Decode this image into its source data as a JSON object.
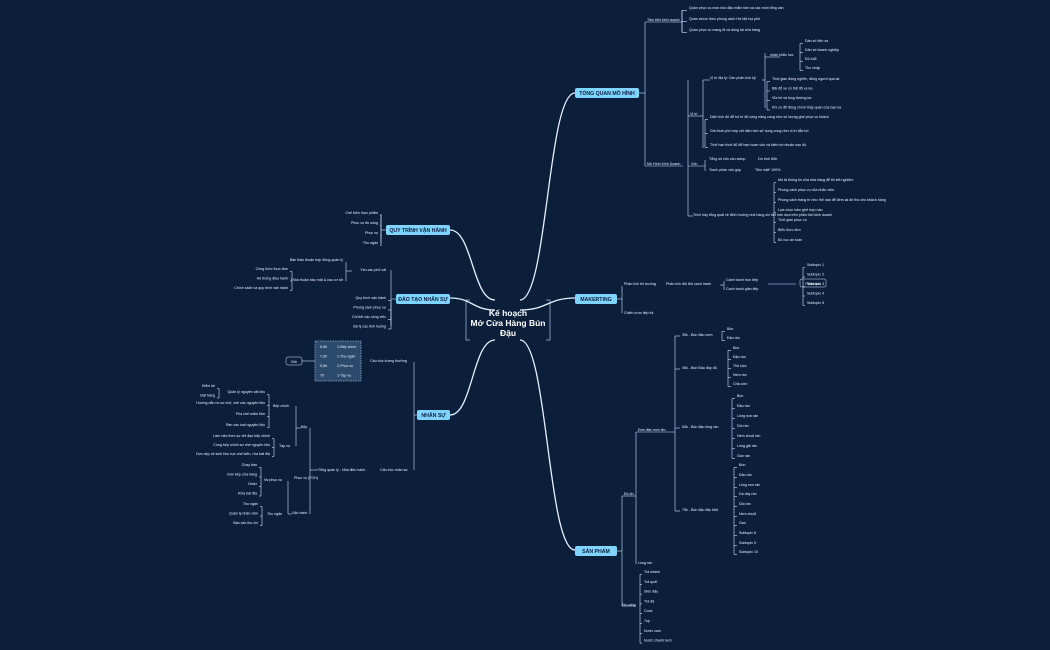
{
  "center": {
    "line1": "Kế hoạch",
    "line2": "Mở Cửa Hàng Bún",
    "line3": "Đậu"
  },
  "colors": {
    "background": "#0b1f3a",
    "branch_fill": "#7fd4ff",
    "line": "#cfe0ff"
  },
  "branches": {
    "tong_quan": {
      "label": "TỔNG QUAN MÔ HÌNH",
      "tam_nhin": {
        "label": "Tầm tiến kinh doanh",
        "items": [
          "Quán phục vụ món bún đậu mắm tôm và các món tổng cần",
          "Quán decor theo phong cách Hà Nội bụi phố",
          "Quán phục vụ mang đi và dùng tại cửa hàng"
        ]
      },
      "mo_hinh": {
        "label": "Mô Hình Kinh Doanh",
        "vi_tri": {
          "label": "Vị trí",
          "dia_ly": {
            "label": "Vị trí địa lý: Cần phân tích kỹ",
            "khach": {
              "label": "nhân khẩu học",
              "items": [
                "Dân số đến xa",
                "Dân số doanh nghiệp",
                "Độ tuổi",
                "Thu nhập"
              ]
            },
            "items": [
              "Thời gian đông nghẽn, đông người qua lại",
              "Bãi đỗ xe có thể đỗ xe ka",
              "Vỉa hè và lòng đường ka",
              "Khi có đỗ đông chính thấy quán của bạn ka"
            ]
          },
          "items": [
            "Diện tích đủ để bố trí đủ công năng cùng như số lượng ghế phục vụ khách",
            "Giá thuê phù hợp với diện tích sử dụng cùng như vị trí đắc lợi",
            "Thời hạn thuê đủ để bạn hoàn vốn và kiếm lợi nhuận sau đó"
          ]
        },
        "von": {
          "label": "Vốn",
          "items": [
            {
              "a": "Tổng số vốn cần setup",
              "b": "Dự tính 80tr"
            },
            {
              "a": "Tranh phần vốn góp",
              "b": "Tiền mặt* 100%"
            }
          ]
        },
        "hoach_dinh": {
          "label": "Trình bày tổng quát về định hướng nhà hàng chi tiết hơn dựa trên phân tích kinh doanh",
          "items": [
            "Mô tả thông tin cửa nhà hàng để thi kết nghiệm",
            "Phong cách phục vụ của nhân viên",
            "Phong cách trang trí như thế nào để đem lại ấn thú cho khách hàng",
            "Lựa chọn hàm ghế hợp nào",
            "Thời gian phục vụ",
            "Biểu thực đơn",
            "Bố cục an toàn"
          ]
        }
      }
    },
    "makerting": {
      "label": "MAKERTING",
      "thi_truong": "Phân tích thị trường",
      "doi_thu": "Phân tích đối thủ cạnh tranh",
      "truc_tiep": "Cạnh tranh trực tiếp",
      "gian_tiep": "Cạnh tranh gián tiếp",
      "phan_tich": "Phân tích",
      "subs": [
        "Subtopic 1",
        "Subtopic 2",
        "Subtopic 3",
        "Subtopic 4",
        "Subtopic 5"
      ],
      "chien_luoc": "Chiến lược tiếp thị"
    },
    "san_pham": {
      "label": "SẢN PHẨM",
      "do_an": "Đồ ăn",
      "mon_chinh": "Đơn đặc món tim",
      "groups": [
        {
          "label": "35k - Bún đậu cơm",
          "items": [
            "Bún",
            "Đậu rán"
          ]
        },
        {
          "label": "45k - Bún Đậu đầy đủ",
          "items": [
            "Bún",
            "Đậu rán",
            "Thịt luộc",
            "Nem rán",
            "Chả cốm"
          ]
        },
        {
          "label": "60k - Bún đậu lòng rán",
          "items": [
            "Bún",
            "Đậu rán",
            "Lòng non rán",
            "Dồi rán",
            "Nem chuối rán",
            "Lòng giả rán",
            "Gan rán"
          ]
        },
        {
          "label": "75k - Bún đậu đặc biệt",
          "items": [
            "Bún",
            "Đậu rán",
            "Lòng non rán",
            "Dạ dày rán",
            "Dồi rán",
            "Nem chuối",
            "Gan",
            "Subtopic 8",
            "Subtopic 9",
            "Subtopic 10"
          ]
        }
      ],
      "long_ran": "Lòng rán",
      "do_uong": "Đồ uống",
      "drinks": [
        "Trà chanh",
        "Trà quất",
        "Siêu đậu",
        "Trà đá",
        "Coca",
        "7up",
        "Nước cam",
        "Nước chanh tươi"
      ]
    },
    "quy_trinh": {
      "label": "QUY TRÌNH VẬN HÀNH",
      "items": [
        "Chế biến thực phẩm",
        "Phục vụ đồ uống",
        "Phục vụ",
        "Thu ngân"
      ]
    },
    "dao_tao": {
      "label": "ĐÀO TẠO NHÂN SỰ",
      "yeu_cau": {
        "label": "Yêu cầu phỏ vài",
        "items": [
          "Bản thảo thuận hợp đồng quản lý"
        ]
      },
      "thoa_thuan": {
        "label": "Thỏa thuận bảo mật & các cơ sở",
        "items": [
          "Công thức thực đơn",
          "Hệ thống điều hành",
          "Chính sách và quy trình vận hành"
        ]
      },
      "items": [
        "Quy trình vận hành",
        "Phong cách phục vụ",
        "Chi tiết các công việc",
        "Bộ lý các tình huống"
      ]
    },
    "nhan_su": {
      "label": "NHÂN SỰ",
      "co_cau": "Cấu trúc lương thưởng",
      "luong": [
        {
          "a": "6,5tr",
          "b": "1-Bếp chính"
        },
        {
          "a": "7,0tr",
          "b": "1-Thu ngân"
        },
        {
          "a": "5,5tr",
          "b": "2-Phục vụ"
        },
        {
          "a": "7tr",
          "b": "1-Tạp vụ"
        }
      ],
      "sum": "34tr",
      "tong": "Tổng quản lý - Nhà điều hành",
      "co_cau_ns": "Cấu trúc nhân sự",
      "bep": {
        "label": "Bếp",
        "chinh": {
          "label": "Bếp chính",
          "items": [
            "Quản lý nguyên vật liệu",
            "Hướng dẫn nv sơ chế, chế các nguyên liệu",
            "Pha chế mắm tôm",
            "Rán các loại nguyên liệu"
          ],
          "sub": [
            "Kiểm kê",
            "Đặt hàng"
          ]
        },
        "tap_vu": {
          "label": "Tạp vụ",
          "items": [
            "Làm việc theo sự chỉ đạo bếp chính",
            "Cùng bếp chính sơ chế nguyên liệu",
            "Dọn dẹp vệ sinh khu vực chế biến, rửa bát đĩa"
          ]
        }
      },
      "van_hanh": {
        "label": "Vận hành",
        "phuc_vu": {
          "label": "Phục vụ (FOH)",
          "nv": "Nv phục vụ",
          "items": [
            "Chạy bàn",
            "Đón tiếp cửa hàng",
            "Order",
            "Rửa bát đĩa"
          ]
        },
        "thu_ngan": {
          "label": "Thu ngân",
          "items": [
            "Thu ngân",
            "Quản lý nhân viên",
            "Báo cáo thu chi"
          ]
        }
      }
    }
  }
}
